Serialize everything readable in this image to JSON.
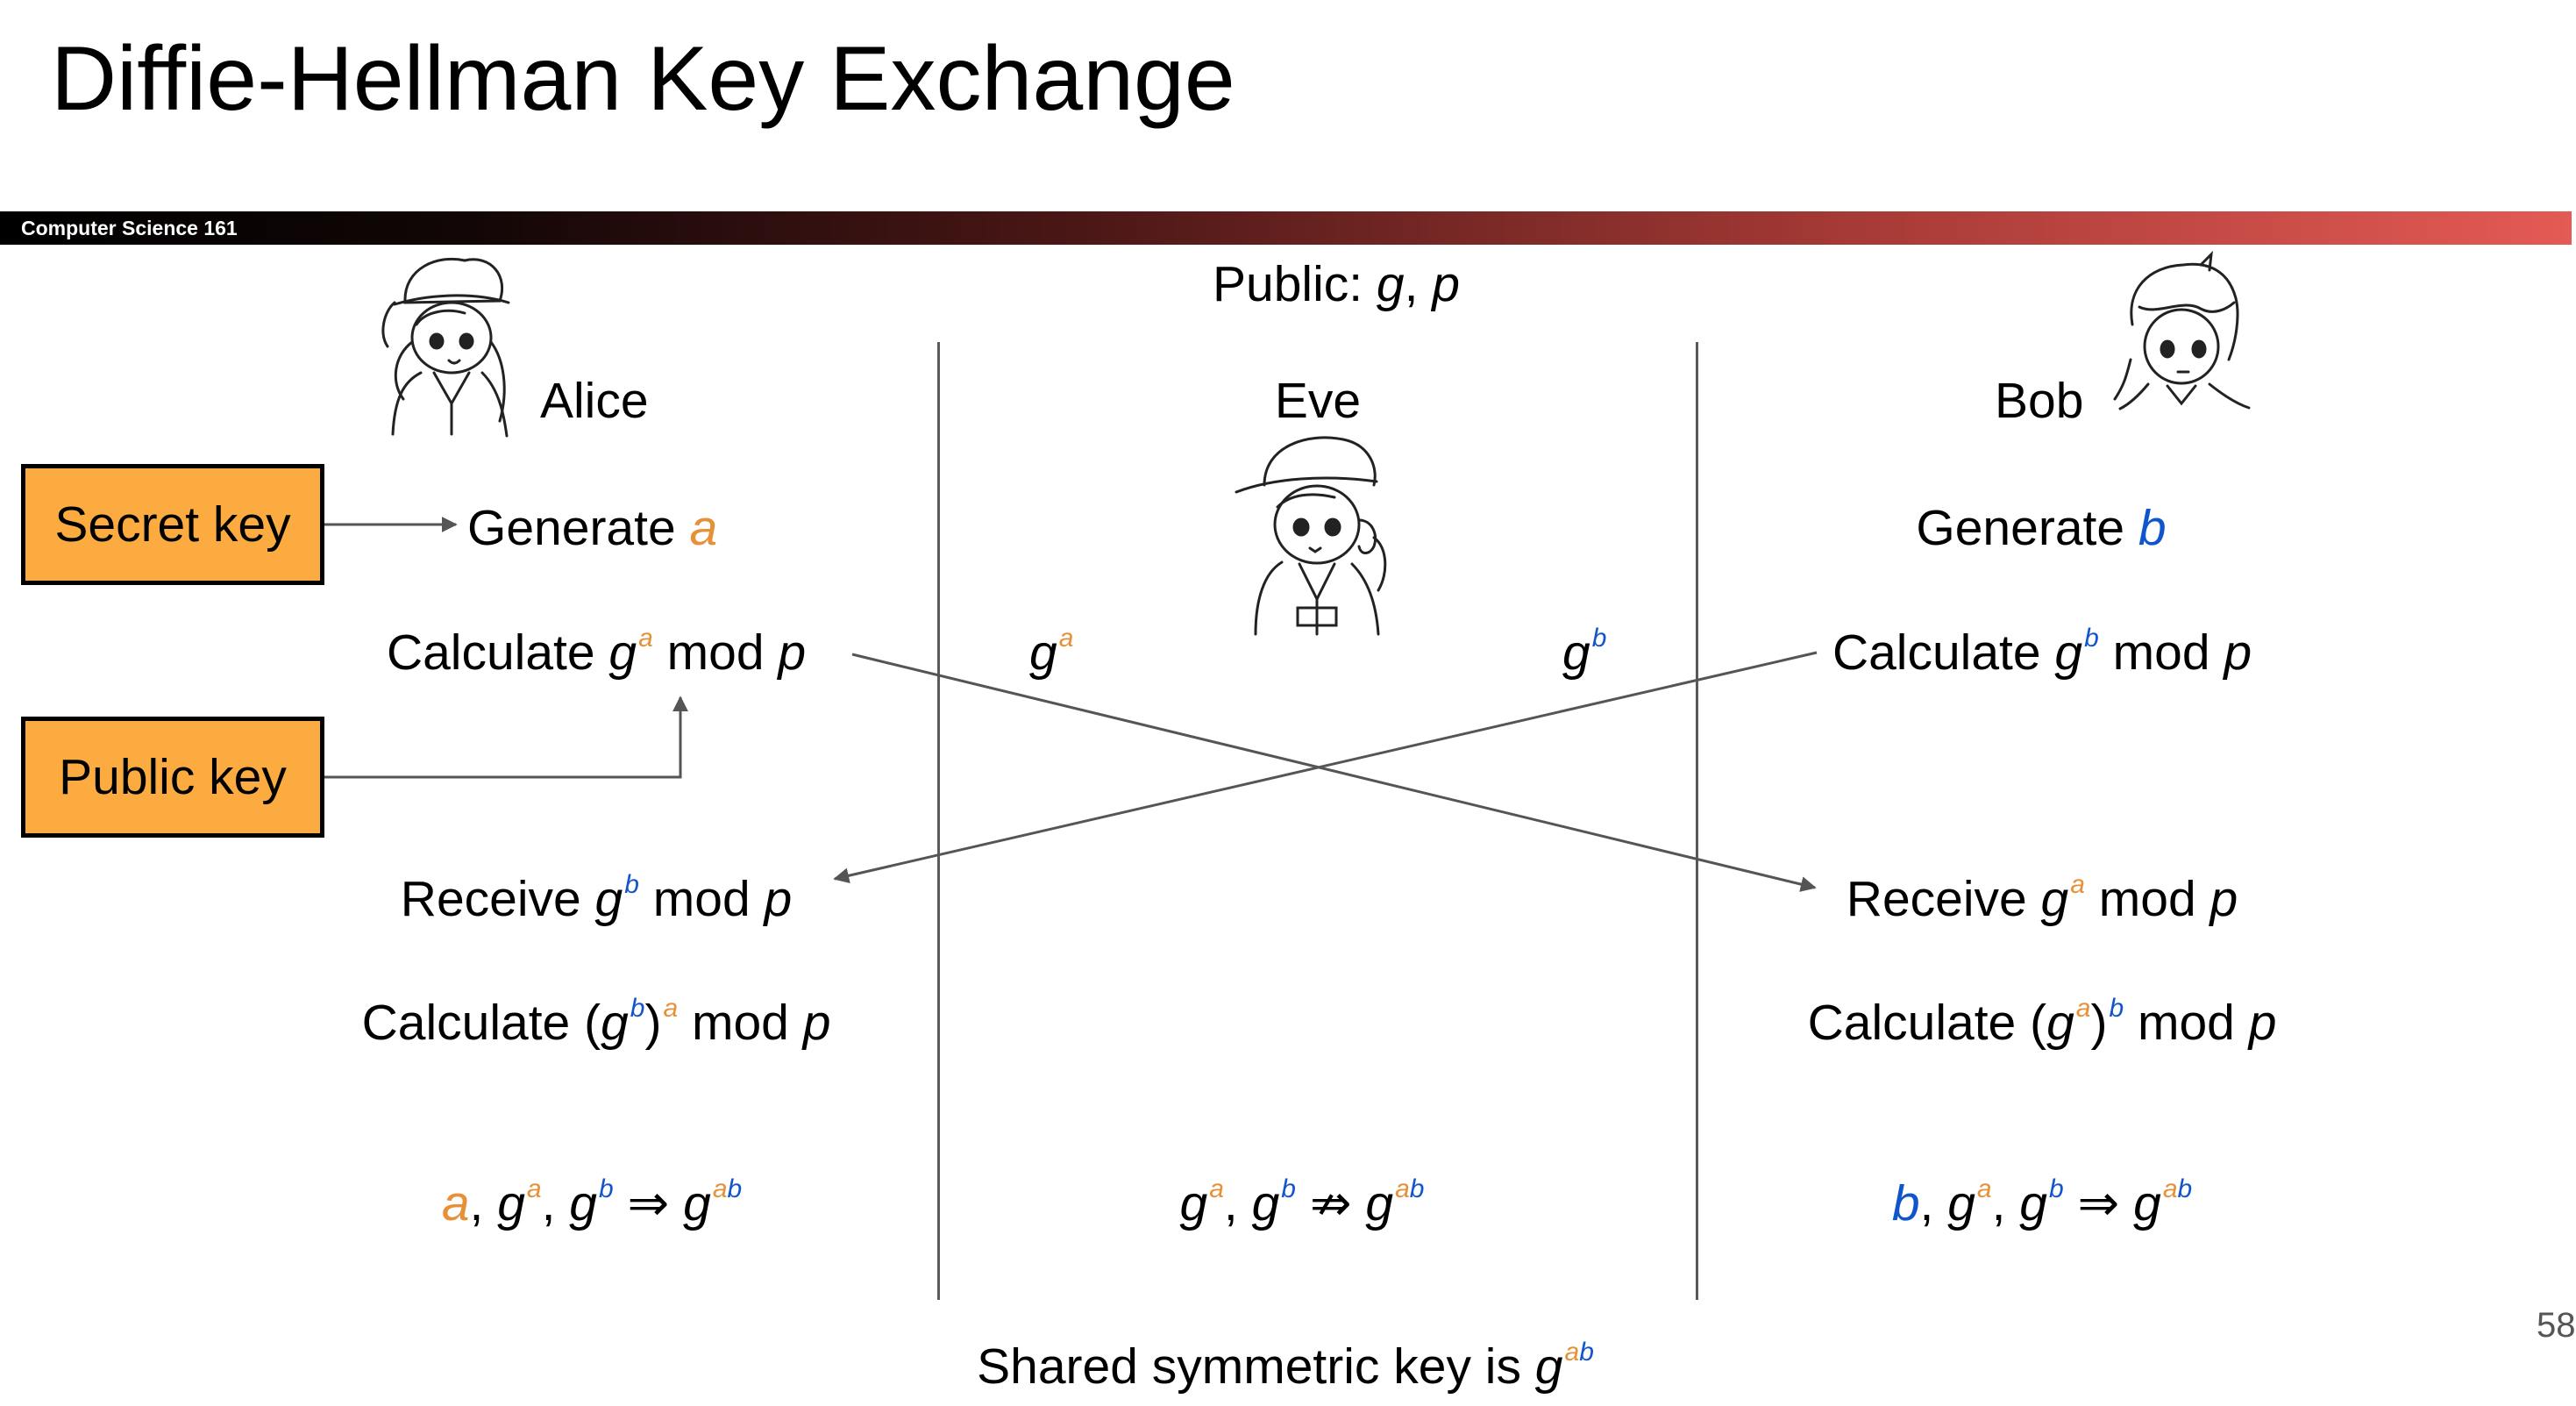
{
  "slide": {
    "title": "Diffie-Hellman Key Exchange",
    "course": "Computer Science 161",
    "page_number": "58"
  },
  "public": {
    "label": "Public: ",
    "g": "g",
    "sep": ", ",
    "p": "p"
  },
  "parties": {
    "alice": "Alice",
    "eve": "Eve",
    "bob": "Bob"
  },
  "boxes": {
    "secret_key": "Secret key",
    "public_key": "Public key"
  },
  "words": {
    "generate": "Generate ",
    "calculate": "Calculate ",
    "receive": "Receive ",
    "mod": " mod ",
    "g": "g",
    "p": "p",
    "a": "a",
    "b": "b",
    "ab": "ab",
    "open_paren": "(",
    "close_paren": ")",
    "comma": ", ",
    "implies": " ⇒ ",
    "not_implies": " ⇏ ",
    "shared_text": "Shared symmetric key is "
  },
  "colors": {
    "secret_a": "#e69138",
    "secret_b": "#1155cc",
    "key_box": "#fbab3f",
    "line": "#5a5a5a"
  },
  "icons": {
    "alice": "alice-portrait-icon",
    "eve": "eve-portrait-icon",
    "bob": "bob-portrait-icon"
  }
}
